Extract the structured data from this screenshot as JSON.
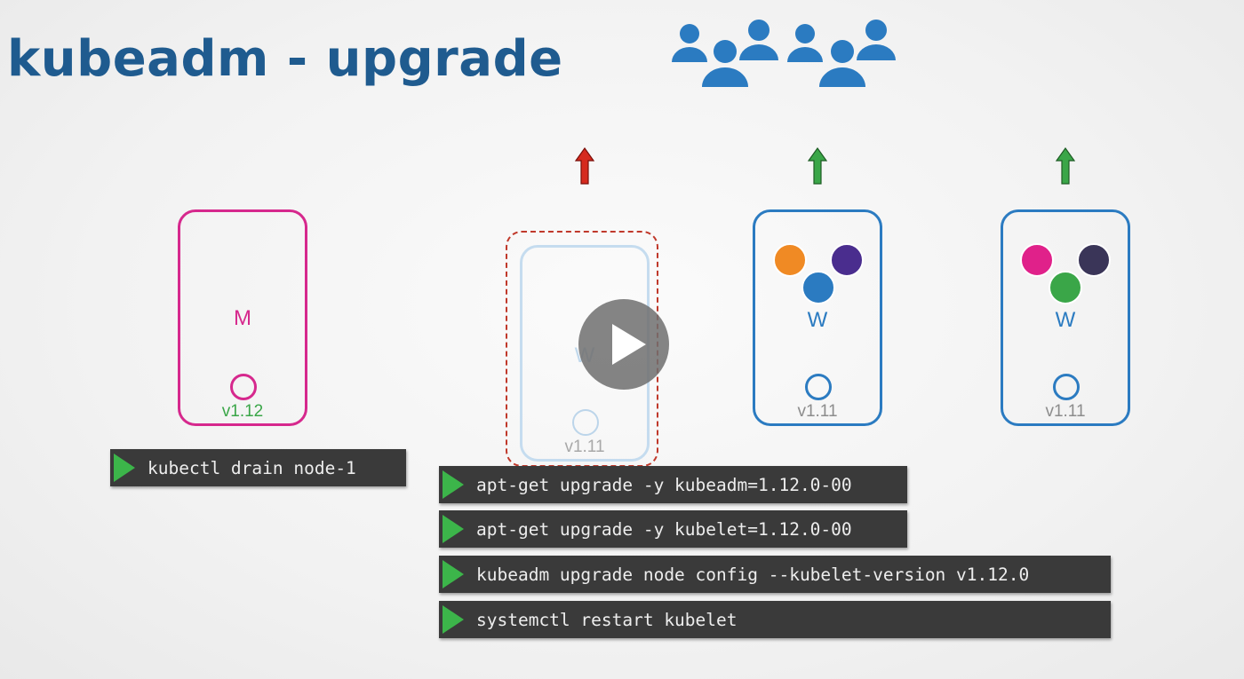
{
  "slide": {
    "title": "kubeadm - upgrade"
  },
  "icons": {
    "users": "users-group-icon",
    "play": "play-icon",
    "upgrade_pending": "arrow-up-icon",
    "upgrade_next": "arrow-up-icon"
  },
  "colors": {
    "title": "#1f5b8f",
    "master": "#d6288d",
    "worker": "#2b7bc1",
    "arrow_red": "#d62a1e",
    "arrow_green": "#3aa648",
    "terminal_bg": "#3a3a3a",
    "terminal_prompt": "#3cb54a"
  },
  "nodes": {
    "master": {
      "label": "M",
      "version": "v1.12"
    },
    "node1": {
      "label": "W",
      "version": "v1.11"
    },
    "node2": {
      "label": "W",
      "version": "v1.11"
    },
    "node3": {
      "label": "W",
      "version": "v1.11"
    }
  },
  "commands": {
    "drain": "kubectl drain node-1",
    "upgrade_kubeadm": "apt-get upgrade -y kubeadm=1.12.0-00",
    "upgrade_kubelet": "apt-get upgrade -y kubelet=1.12.0-00",
    "upgrade_node_config": "kubeadm upgrade node config --kubelet-version v1.12.0",
    "restart_kubelet": "systemctl restart kubelet"
  }
}
